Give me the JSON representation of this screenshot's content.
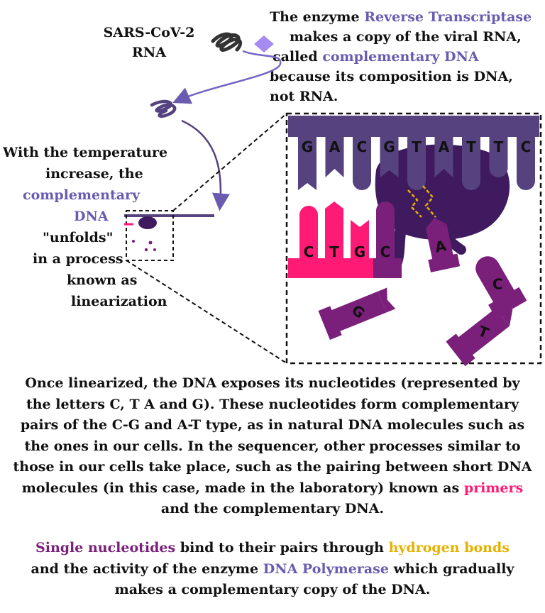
{
  "virus": {
    "line1": "SARS-CoV-2",
    "line2": "RNA"
  },
  "top_desc": {
    "p1": "The enzyme ",
    "enzyme": "Reverse Transcriptase",
    "p2": "makes a copy of the  viral  RNA,",
    "p3": "called ",
    "cdna": "complementary DNA",
    "p4": "because its composition is DNA,",
    "p5": "not RNA."
  },
  "left_desc": {
    "l1": "With the temperature",
    "l2": "increase, the",
    "l3": "complementary",
    "l4": "DNA",
    "l5": "\"unfolds\"",
    "l6": "in a process",
    "l7": "known as",
    "l8": "linearization"
  },
  "zoom": {
    "top_strand": [
      "G",
      "A",
      "C",
      "G",
      "T",
      "A",
      "T",
      "T",
      "C"
    ],
    "primer": [
      "C",
      "T",
      "G",
      "C"
    ],
    "incoming": [
      "A",
      "C",
      "G",
      "T"
    ]
  },
  "bottom": {
    "l1": "Once linearized, the DNA exposes its nucleotides (represented by",
    "l2": "the letters C, T A and G). These nucleotides form complementary",
    "l3": "pairs of the C-G and A-T type, as in natural DNA molecules such as",
    "l4": "the ones in our cells. In the sequencer, other processes similar to",
    "l5": "those in our cells take place, such as the pairing between short DNA",
    "l6a": "molecules (in this case, made in the laboratory) known as ",
    "l6b": "primers",
    "l7": "and the complementary DNA."
  },
  "bottom2": {
    "a": "Single nucleotides",
    "b": " bind to their pairs through ",
    "c": "hydrogen bonds",
    "d": "and the activity of the enzyme ",
    "e": "DNA Polymerase",
    "f": " which gradually",
    "g": "makes a complementary copy of the DNA."
  },
  "colors": {
    "purple": "#6a5bb0",
    "dark_purple": "#3f1a5e",
    "strand": "#55427f",
    "nucleotide": "#7a1f7a",
    "primer": "#ff1a75",
    "bond": "#e5b100",
    "diamond": "#a58cf0"
  }
}
